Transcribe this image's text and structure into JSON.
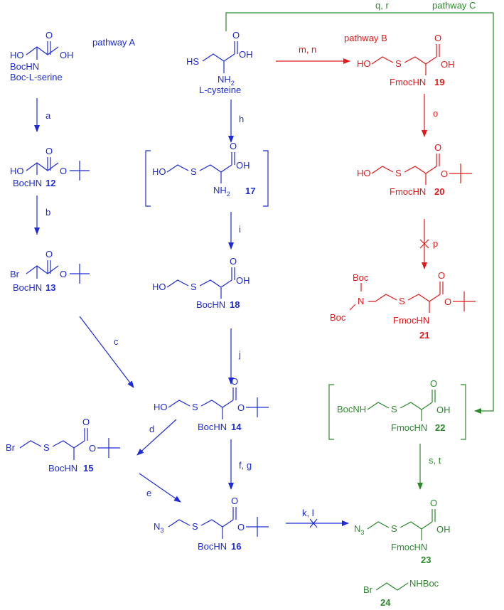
{
  "colors": {
    "a": "#1e2bd6",
    "b": "#e01b1b",
    "c": "#2a8a2a",
    "ink": "#000000"
  },
  "pathway_labels": {
    "a": "pathway A",
    "b": "pathway B",
    "c": "pathway C"
  },
  "start": {
    "boc_serine": "Boc-L-serine",
    "cysteine": "L-cysteine"
  },
  "groups": {
    "OH": "OH",
    "HO": "HO",
    "HS": "HS",
    "O": "O",
    "S": "S",
    "N": "N",
    "NH2": "NH",
    "sub2": "2",
    "BocHN": "BocHN",
    "BocHN_split": "BocHN",
    "FmocHN": "FmocHN",
    "Br": "Br",
    "N3": "N",
    "sub3": "3",
    "Boc": "Boc",
    "BocNH": "BocNH",
    "NHBoc": "NHBoc"
  },
  "compounds": [
    "12",
    "13",
    "14",
    "15",
    "16",
    "17",
    "18",
    "19",
    "20",
    "21",
    "22",
    "23",
    "24"
  ],
  "steps": {
    "a": "a",
    "b": "b",
    "c": "c",
    "d": "d",
    "e": "e",
    "fg": "f, g",
    "h": "h",
    "i": "i",
    "j": "j",
    "kl": "k, l",
    "mn": "m, n",
    "o": "o",
    "p": "p",
    "qr": "q, r",
    "st": "s, t"
  }
}
